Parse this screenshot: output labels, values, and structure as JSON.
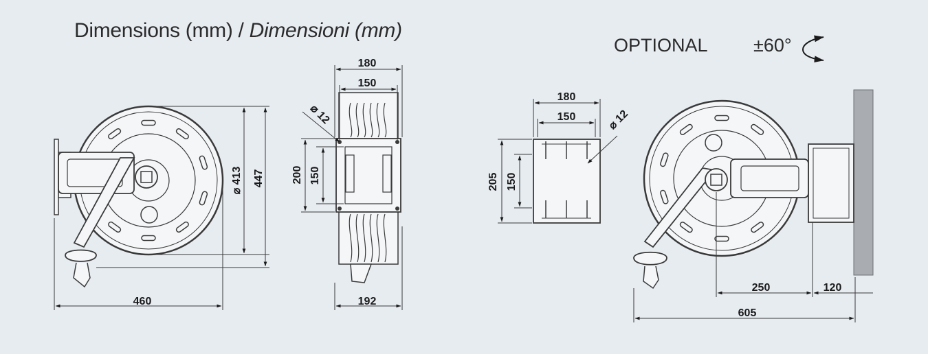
{
  "title": {
    "plain": "Dimensions (mm) / ",
    "italic": "Dimensioni (mm)"
  },
  "optional_label": "OPTIONAL",
  "rotation_label": "±60°",
  "dims": {
    "d460": "460",
    "d413": "413",
    "d447": "447",
    "d180a": "180",
    "d150a": "150",
    "d12a": "12",
    "d200": "200",
    "d150b": "150",
    "d192": "192",
    "d180b": "180",
    "d150c": "150",
    "d12b": "12",
    "d205": "205",
    "d150d": "150",
    "d250": "250",
    "d120": "120",
    "d605": "605"
  },
  "colors": {
    "background": "#e7ecf1",
    "line": "#3a3a3a",
    "reel_fill": "#f4f6f8",
    "wall": "#a9adb1"
  }
}
